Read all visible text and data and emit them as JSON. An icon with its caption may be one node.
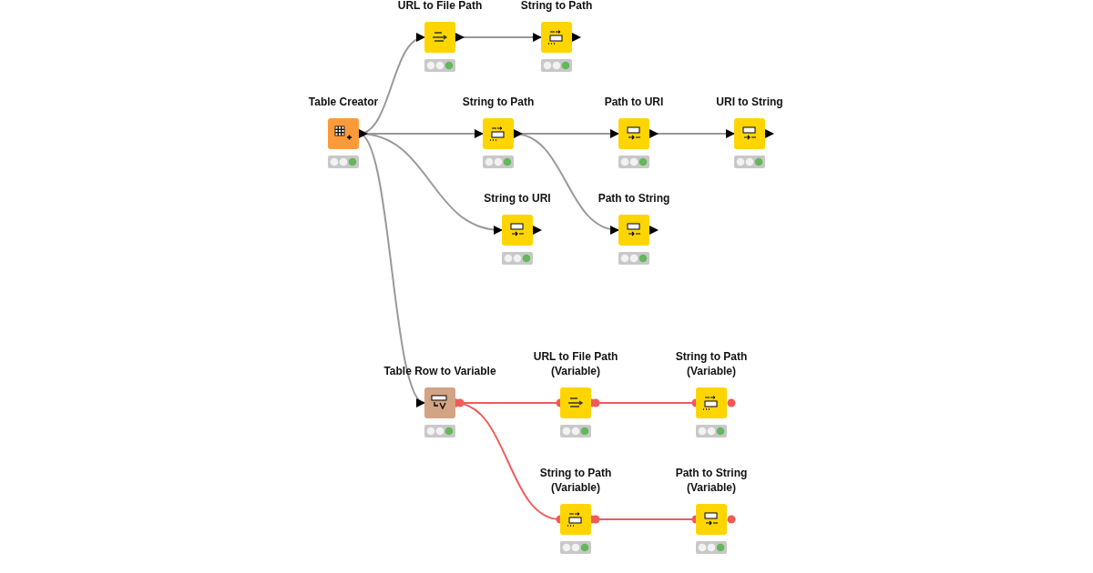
{
  "diagram": {
    "nodes": [
      {
        "text": [
          "Table Creator"
        ]
      },
      {
        "text": [
          "URL to File Path"
        ]
      },
      {
        "text": [
          "String to Path"
        ]
      },
      {
        "text": [
          "String to Path"
        ]
      },
      {
        "text": [
          "Path to URI"
        ]
      },
      {
        "text": [
          "URI to String"
        ]
      },
      {
        "text": [
          "String to URI"
        ]
      },
      {
        "text": [
          "Path to String"
        ]
      },
      {
        "text": [
          "Table Row to Variable"
        ]
      },
      {
        "text": [
          "URL to File Path (Variable)"
        ]
      },
      {
        "text": [
          "String to Path (Variable)"
        ]
      },
      {
        "text": [
          "String to Path (Variable)"
        ]
      },
      {
        "text": [
          "Path to String (Variable)"
        ]
      }
    ],
    "edges": [
      {
        "from": 0,
        "to": 1,
        "arrow": "to"
      },
      {
        "from": 1,
        "to": 2,
        "arrow": "to"
      },
      {
        "from": 0,
        "to": 3,
        "arrow": "to"
      },
      {
        "from": 3,
        "to": 4,
        "arrow": "to"
      },
      {
        "from": 4,
        "to": 5,
        "arrow": "to"
      },
      {
        "from": 3,
        "to": 7,
        "arrow": "to"
      },
      {
        "from": 0,
        "to": 6,
        "arrow": "to"
      },
      {
        "from": 0,
        "to": 8,
        "arrow": "to"
      },
      {
        "from": 8,
        "to": 9,
        "arrow": "other",
        "color": "#f25a5a"
      },
      {
        "from": 9,
        "to": 10,
        "arrow": "other",
        "color": "#f25a5a"
      },
      {
        "from": 8,
        "to": 11,
        "arrow": "other",
        "color": "#f25a5a"
      },
      {
        "from": 11,
        "to": 12,
        "arrow": "other",
        "color": "#f25a5a"
      }
    ]
  }
}
